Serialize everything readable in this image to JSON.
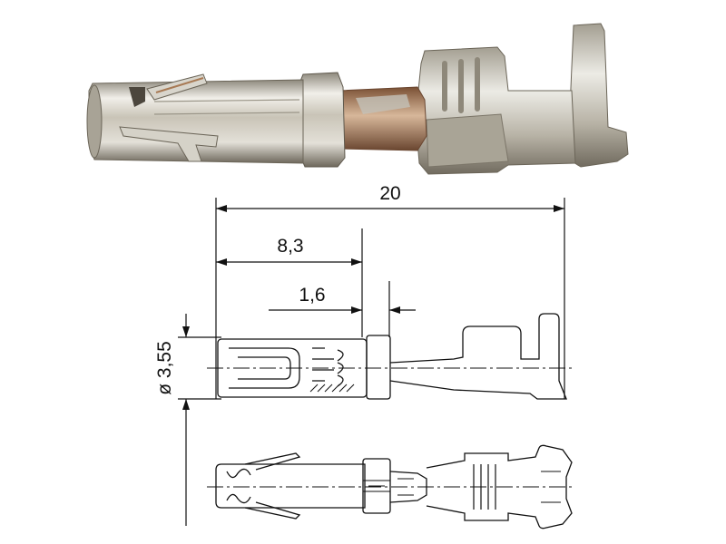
{
  "dimensions": {
    "overall_length": "20",
    "contact_length": "8,3",
    "collar_width": "1,6",
    "diameter": "ø 3,55"
  },
  "colors": {
    "metal_light": "#e8e6df",
    "metal_mid": "#b9b4a6",
    "metal_dark": "#5e584d",
    "copper": "#a87a55",
    "line": "#111111"
  }
}
